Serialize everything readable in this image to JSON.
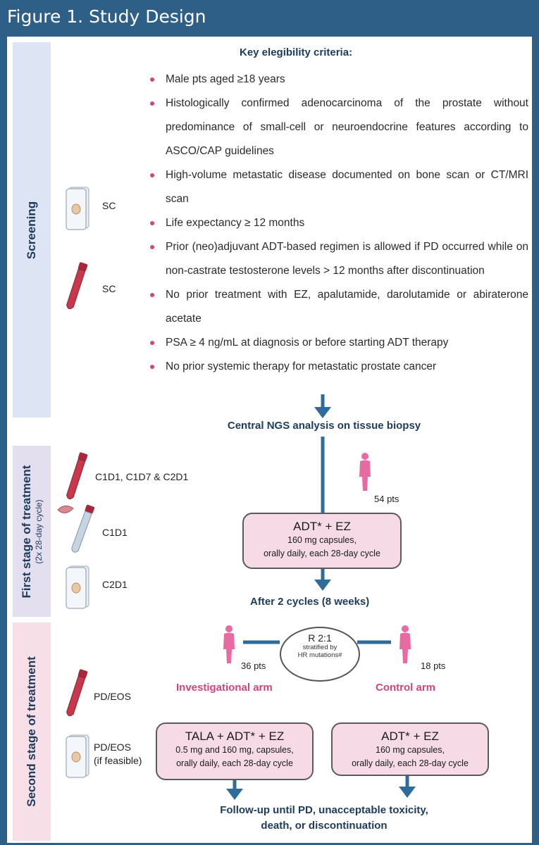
{
  "figure_title": "Figure 1. Study Design",
  "stages": {
    "screening": "Screening",
    "first": "First stage of treatment",
    "first_sub": "(2x 28-day cycle)",
    "second": "Second stage of treatment"
  },
  "criteria": {
    "title": "Key elegibility criteria:",
    "items": [
      "Male pts aged ≥18 years",
      "Histologically confirmed adenocarcinoma of the prostate without predominance of small-cell or neuroendocrine features according to ASCO/CAP guidelines",
      "High-volume metastatic disease documented on bone scan or CT/MRI scan",
      "Life expectancy ≥ 12 months",
      "Prior (neo)adjuvant ADT-based regimen is allowed if PD occurred while on non-castrate testosterone levels > 12 months after discontinuation",
      "No prior treatment with EZ, apalutamide, darolutamide or abiraterone acetate",
      "PSA ≥ 4 ng/mL at diagnosis or before starting ADT therapy",
      "No prior systemic therapy for metastatic prostate cancer"
    ]
  },
  "samples": {
    "screen_tissue": "SC",
    "screen_blood": "SC",
    "first_blood": "C1D1, C1D7 & C2D1",
    "first_swab": "C1D1",
    "first_tissue": "C2D1",
    "second_blood": "PD/EOS",
    "second_tissue_1": "PD/EOS",
    "second_tissue_2": "(if feasible)"
  },
  "ngs": "Central NGS analysis on tissue biopsy",
  "first_pts": "54 pts",
  "first_box": {
    "title": "ADT* + EZ",
    "line1": "160 mg capsules,",
    "line2": "orally daily, each 28-day cycle"
  },
  "after_cycles": "After 2 cycles (8 weeks)",
  "randomization": {
    "ratio": "R 2:1",
    "line1": "stratified by",
    "line2": "HR mutations#"
  },
  "investigational": {
    "pts": "36 pts",
    "label": "Investigational arm",
    "title": "TALA + ADT* + EZ",
    "line1": "0.5 mg and 160 mg, capsules,",
    "line2": "orally daily, each 28-day cycle"
  },
  "control": {
    "pts": "18 pts",
    "label": "Control arm",
    "title": "ADT* + EZ",
    "line1": "160 mg capsules,",
    "line2": "orally daily, each 28-day cycle"
  },
  "followup": {
    "line1": "Follow-up until PD, unacceptable toxicity,",
    "line2": "death, or discontinuation"
  },
  "colors": {
    "header": "#2e5f86",
    "accent_pink": "#d0457c",
    "arrow_blue": "#2f6c9b",
    "box_fill": "#f6dbe6"
  }
}
